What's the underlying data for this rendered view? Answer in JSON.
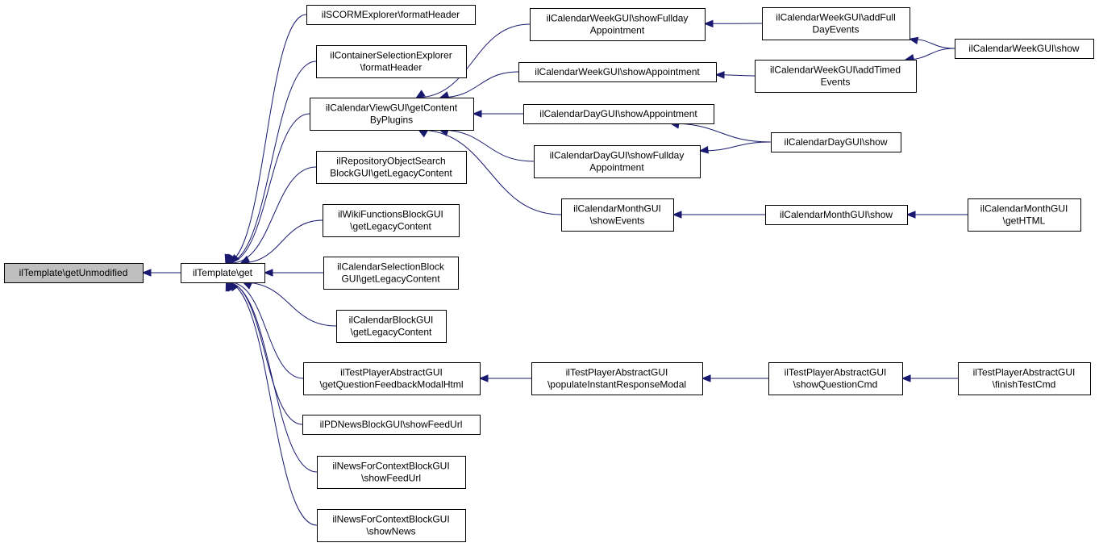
{
  "colors": {
    "edge": "#191970",
    "root_fill": "#bfbfbf",
    "node_fill": "#ffffff",
    "node_border": "#000000"
  },
  "nodes": {
    "getUnmodified": [
      "ilTemplate\\getUnmodified"
    ],
    "get": [
      "ilTemplate\\get"
    ],
    "scorm": [
      "ilSCORMExplorer\\formatHeader"
    ],
    "container": [
      "ilContainerSelectionExplorer",
      "\\formatHeader"
    ],
    "viewPlugins": [
      "ilCalendarViewGUI\\getContent",
      "ByPlugins"
    ],
    "repoSearch": [
      "ilRepositoryObjectSearch",
      "BlockGUI\\getLegacyContent"
    ],
    "wiki": [
      "ilWikiFunctionsBlockGUI",
      "\\getLegacyContent"
    ],
    "calSelection": [
      "ilCalendarSelectionBlock",
      "GUI\\getLegacyContent"
    ],
    "calBlock": [
      "ilCalendarBlockGUI",
      "\\getLegacyContent"
    ],
    "testFeedback": [
      "ilTestPlayerAbstractGUI",
      "\\getQuestionFeedbackModalHtml"
    ],
    "pdNews": [
      "ilPDNewsBlockGUI\\showFeedUrl"
    ],
    "newsFeed": [
      "ilNewsForContextBlockGUI",
      "\\showFeedUrl"
    ],
    "newsShow": [
      "ilNewsForContextBlockGUI",
      "\\showNews"
    ],
    "weekFullday": [
      "ilCalendarWeekGUI\\showFullday",
      "Appointment"
    ],
    "weekAppt": [
      "ilCalendarWeekGUI\\showAppointment"
    ],
    "dayAppt": [
      "ilCalendarDayGUI\\showAppointment"
    ],
    "dayFullday": [
      "ilCalendarDayGUI\\showFullday",
      "Appointment"
    ],
    "monthEvents": [
      "ilCalendarMonthGUI",
      "\\showEvents"
    ],
    "populate": [
      "ilTestPlayerAbstractGUI",
      "\\populateInstantResponseModal"
    ],
    "addFull": [
      "ilCalendarWeekGUI\\addFull",
      "DayEvents"
    ],
    "addTimed": [
      "ilCalendarWeekGUI\\addTimed",
      "Events"
    ],
    "dayShow": [
      "ilCalendarDayGUI\\show"
    ],
    "monthShow": [
      "ilCalendarMonthGUI\\show"
    ],
    "showQuestion": [
      "ilTestPlayerAbstractGUI",
      "\\showQuestionCmd"
    ],
    "weekShow": [
      "ilCalendarWeekGUI\\show"
    ],
    "getHTML": [
      "ilCalendarMonthGUI",
      "\\getHTML"
    ],
    "finishTest": [
      "ilTestPlayerAbstractGUI",
      "\\finishTestCmd"
    ]
  },
  "edges": [
    {
      "from": "get",
      "to": "getUnmodified"
    },
    {
      "from": "scorm",
      "to": "get"
    },
    {
      "from": "container",
      "to": "get"
    },
    {
      "from": "viewPlugins",
      "to": "get"
    },
    {
      "from": "repoSearch",
      "to": "get"
    },
    {
      "from": "wiki",
      "to": "get"
    },
    {
      "from": "calSelection",
      "to": "get"
    },
    {
      "from": "calBlock",
      "to": "get"
    },
    {
      "from": "testFeedback",
      "to": "get"
    },
    {
      "from": "pdNews",
      "to": "get"
    },
    {
      "from": "newsFeed",
      "to": "get"
    },
    {
      "from": "newsShow",
      "to": "get"
    },
    {
      "from": "weekFullday",
      "to": "viewPlugins"
    },
    {
      "from": "weekAppt",
      "to": "viewPlugins"
    },
    {
      "from": "dayAppt",
      "to": "viewPlugins"
    },
    {
      "from": "dayFullday",
      "to": "viewPlugins"
    },
    {
      "from": "monthEvents",
      "to": "viewPlugins"
    },
    {
      "from": "populate",
      "to": "testFeedback"
    },
    {
      "from": "addFull",
      "to": "weekFullday"
    },
    {
      "from": "addTimed",
      "to": "weekAppt"
    },
    {
      "from": "dayShow",
      "to": "dayAppt"
    },
    {
      "from": "dayShow",
      "to": "dayFullday"
    },
    {
      "from": "monthShow",
      "to": "monthEvents"
    },
    {
      "from": "showQuestion",
      "to": "populate"
    },
    {
      "from": "weekShow",
      "to": "addFull"
    },
    {
      "from": "weekShow",
      "to": "addTimed"
    },
    {
      "from": "getHTML",
      "to": "monthShow"
    },
    {
      "from": "finishTest",
      "to": "showQuestion"
    }
  ]
}
